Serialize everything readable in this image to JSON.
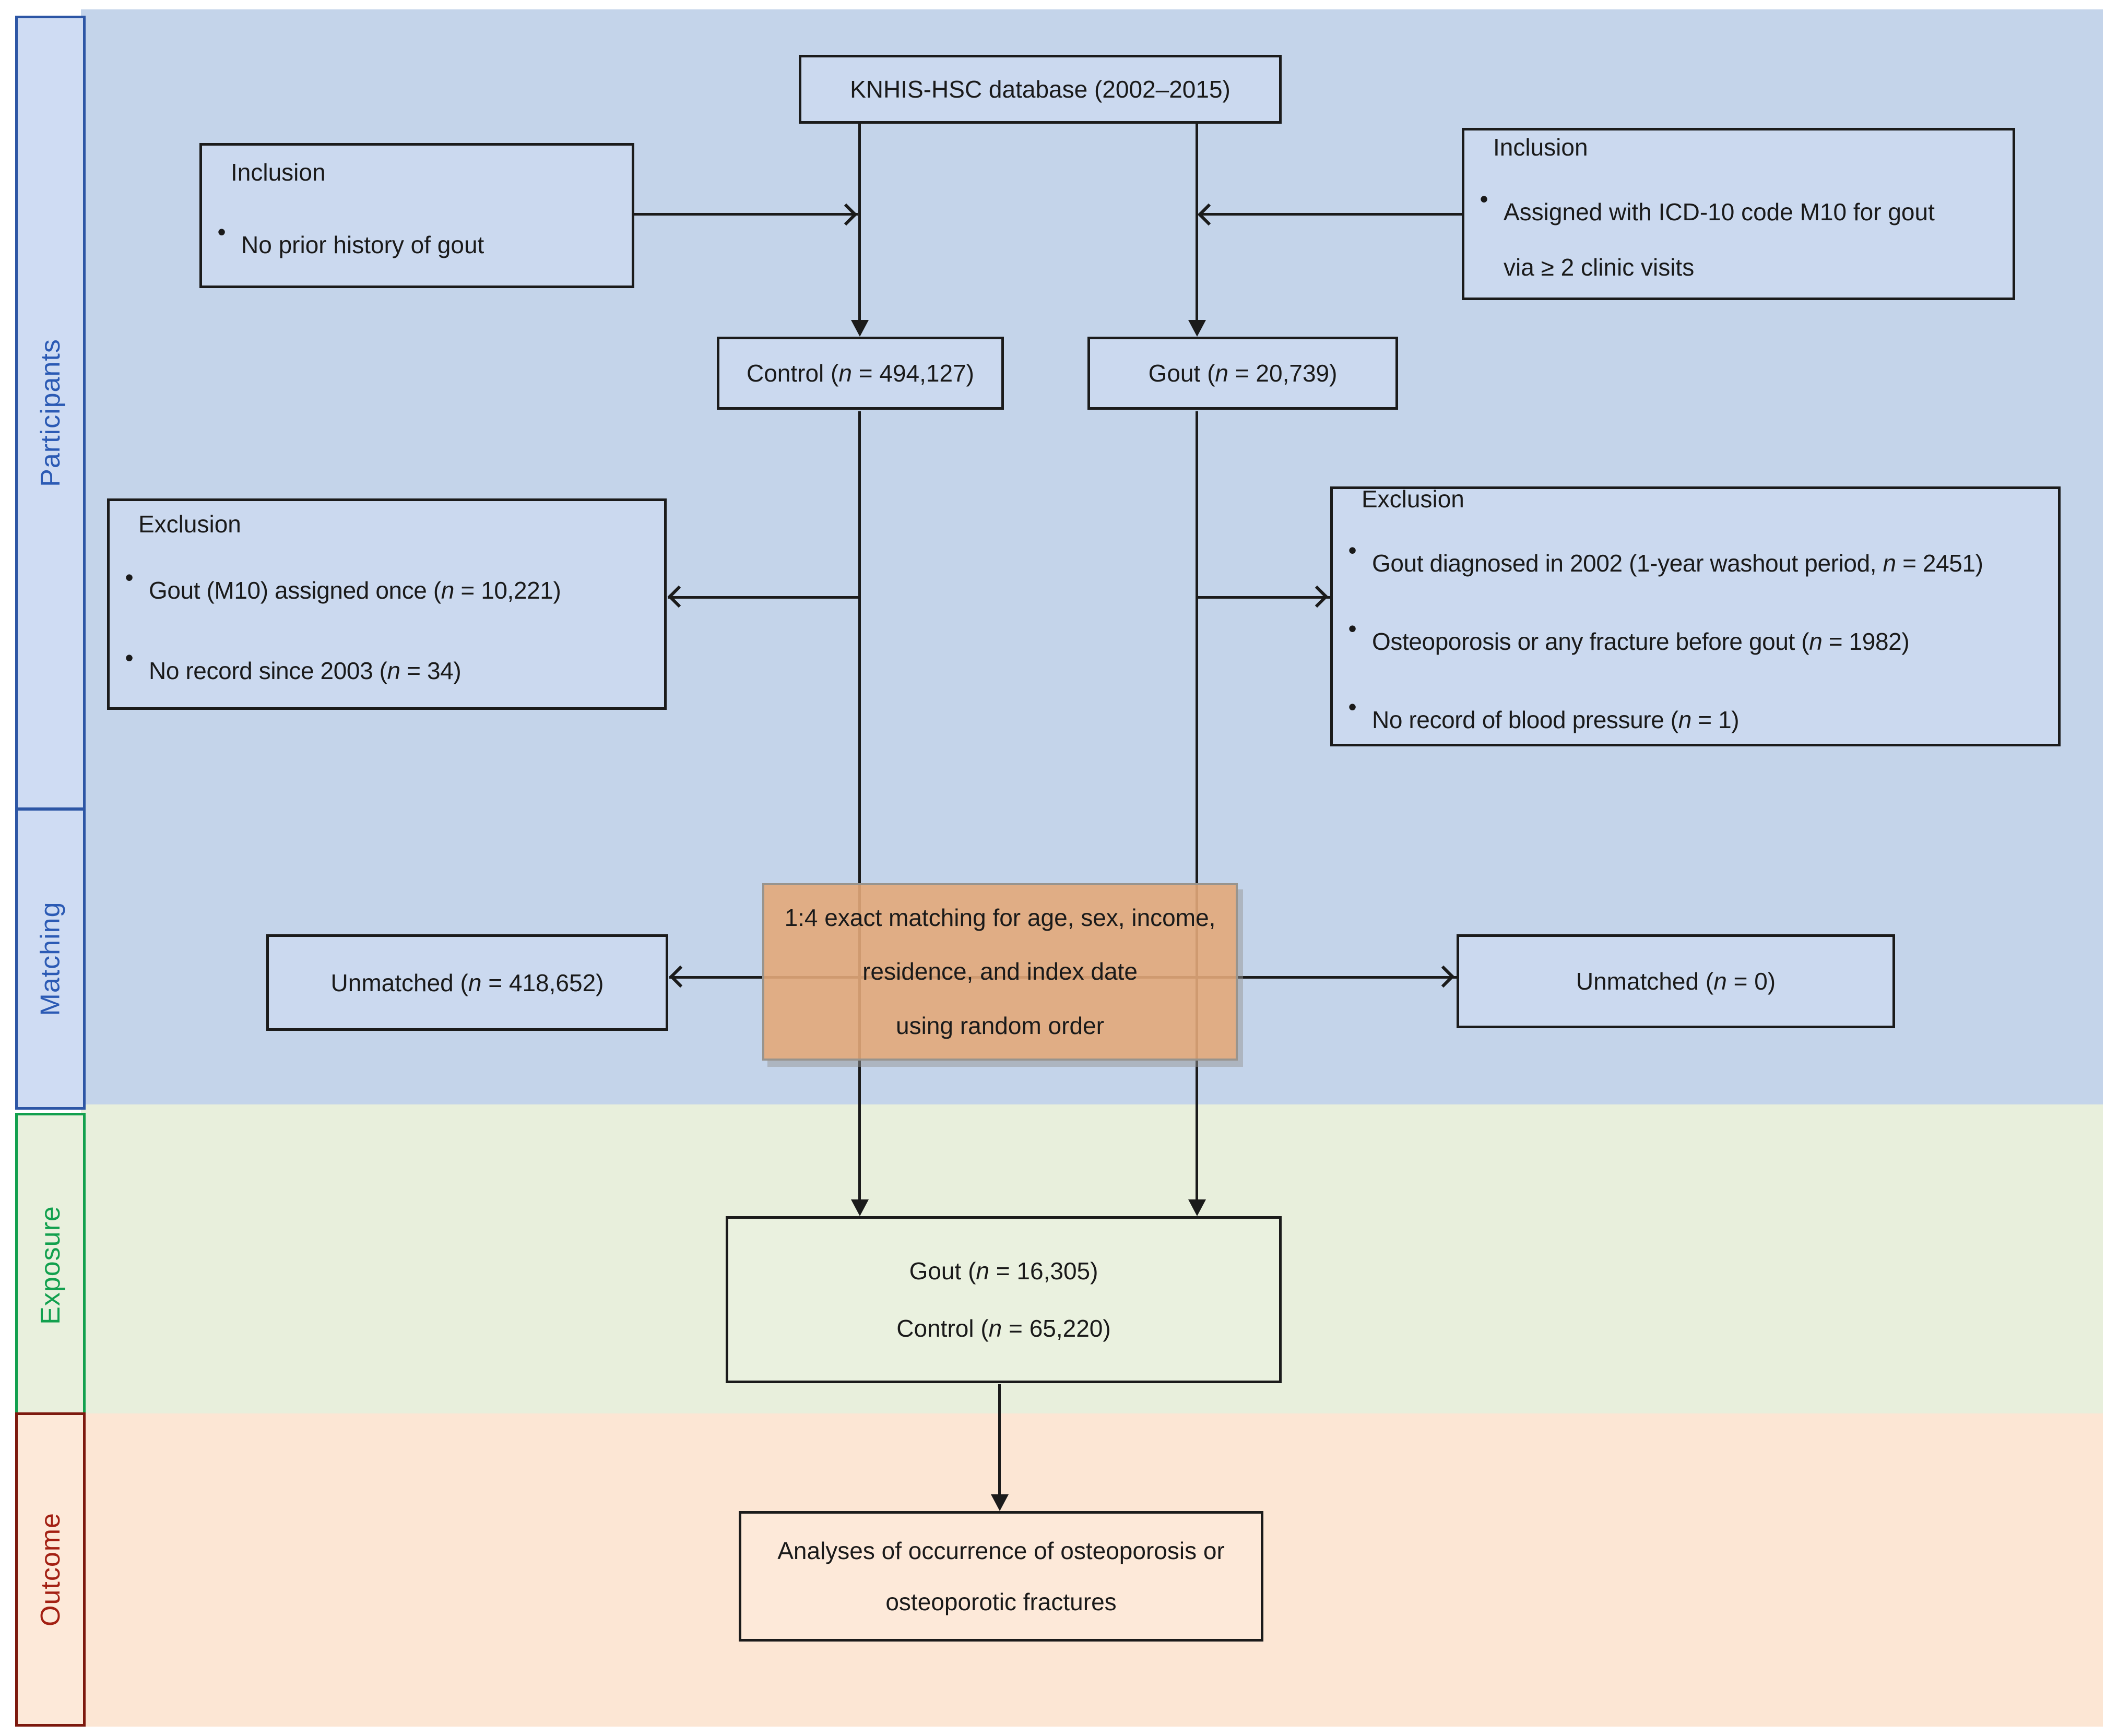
{
  "ui": {
    "bullet": "•"
  },
  "colors": {
    "band_participants_matching": "#c4d4ea",
    "band_exposure": "#e8efdc",
    "band_outcome": "#fce6d4",
    "matching_box_fill": "#e3a87a",
    "tab_blue_text": "#2b5ab4",
    "tab_green_text": "#12a04e",
    "tab_red_text": "#a32013",
    "box_border": "#1b1b1b"
  },
  "sections": {
    "participants": "Participants",
    "matching": "Matching",
    "exposure": "Exposure",
    "outcome": "Outcome"
  },
  "boxes": {
    "database": {
      "label": "KNHIS-HSC database (2002–2015)"
    },
    "inclusion_left": {
      "title": "Inclusion",
      "items": [
        "No prior history of gout"
      ]
    },
    "inclusion_right": {
      "title": "Inclusion",
      "items": [
        "Assigned with ICD-10 code M10 for gout via ≥ 2 clinic visits"
      ]
    },
    "control": {
      "label": "Control (n = 494,127)"
    },
    "gout": {
      "label": "Gout (n = 20,739)"
    },
    "exclusion_left": {
      "title": "Exclusion",
      "items": [
        "Gout (M10) assigned once (n = 10,221)",
        "No record since 2003 (n = 34)"
      ]
    },
    "exclusion_right": {
      "title": "Exclusion",
      "items": [
        "Gout diagnosed in 2002 (1-year washout period, n = 2451)",
        "Osteoporosis or any fracture before gout (n = 1982)",
        "No record of blood pressure (n = 1)"
      ]
    },
    "matching": {
      "lines": [
        "1:4 exact matching for age, sex, income,",
        "residence, and index date",
        "using random order"
      ]
    },
    "unmatched_left": {
      "label": "Unmatched (n = 418,652)"
    },
    "unmatched_right": {
      "label": "Unmatched (n = 0)"
    },
    "matched": {
      "lines": [
        "Gout (n = 16,305)",
        "Control (n = 65,220)"
      ]
    },
    "outcome_analysis": {
      "lines": [
        "Analyses of occurrence of osteoporosis or",
        "osteoporotic fractures"
      ]
    }
  }
}
